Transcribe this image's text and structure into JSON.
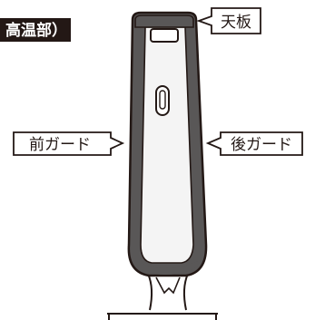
{
  "title_band": {
    "text": "高温部）",
    "background": "#231815",
    "text_color": "#ffffff"
  },
  "labels": {
    "top_plate": "天板",
    "front_guard": "前ガード",
    "rear_guard": "後ガード"
  },
  "colors": {
    "outline": "#231815",
    "guard_gray": "#595757",
    "body_light": "#f4f4f4",
    "background": "#ffffff"
  }
}
